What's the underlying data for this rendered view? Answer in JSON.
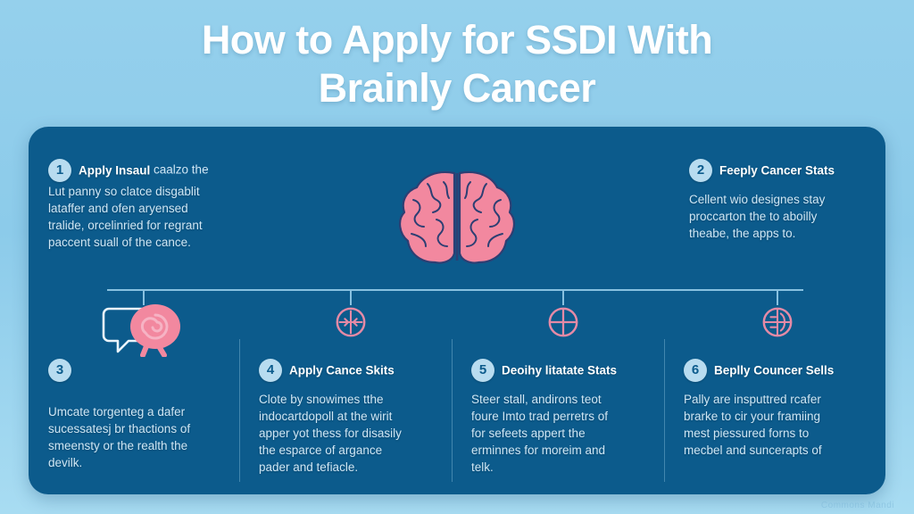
{
  "title": {
    "line1": "How to Apply for SSDI With",
    "line2": "Brainly Cancer"
  },
  "colors": {
    "background": "#8ecdeb",
    "card": "#0c5b8c",
    "accent_pink": "#f2889f",
    "badge_bg": "#b8dcf0",
    "heading_text": "#ffffff",
    "body_text": "#cfe6f4",
    "line": "#9fd4ee"
  },
  "hero_icon": "brain-icon",
  "steps": [
    {
      "number": "1",
      "heading": "Apply Insaul",
      "body_lines": [
        "caalzo the",
        "Lut panny so clatce disgablit",
        "lataffer and ofen aryensed",
        "tralide, orcelinried for regrant",
        "paccent suall of the cance."
      ],
      "icon": ""
    },
    {
      "number": "2",
      "heading": "Feeply Cancer Stats",
      "body_lines": [
        "Cellent wio designes stay",
        "proccarton the to aboilly",
        "theabe, the apps to."
      ],
      "icon": ""
    },
    {
      "number": "3",
      "heading": "",
      "body_lines": [
        "Umcate torgenteg a dafer",
        "sucessatesj br thactions of",
        "smeensty or the realth the",
        "devilk."
      ],
      "icon": "speech-bubble-spiral-icon"
    },
    {
      "number": "4",
      "heading": "Apply Cance Skits",
      "body_lines": [
        "Clote by snowimes tthe",
        "indocartdopoll at the wirit",
        "apper yot thess for disasily",
        "the esparce of argance",
        "pader and tefiacle."
      ],
      "icon": "target-crosshair-icon"
    },
    {
      "number": "5",
      "heading": "Deoihy litatate Stats",
      "body_lines": [
        "Steer stall, andirons teot",
        "foure Imto trad perretrs of",
        "for sefeets appert the",
        "erminnes for moreim and",
        "telk."
      ],
      "icon": "circle-cross-icon"
    },
    {
      "number": "6",
      "heading": "Beplly Councer Sells",
      "body_lines": [
        "Pally are insputtred rcafer",
        "brarke to cir your framiing",
        "mest piessured forns to",
        "mecbel and suncerapts of"
      ],
      "icon": "circle-marks-icon"
    }
  ],
  "watermark": "Commons Mandi"
}
